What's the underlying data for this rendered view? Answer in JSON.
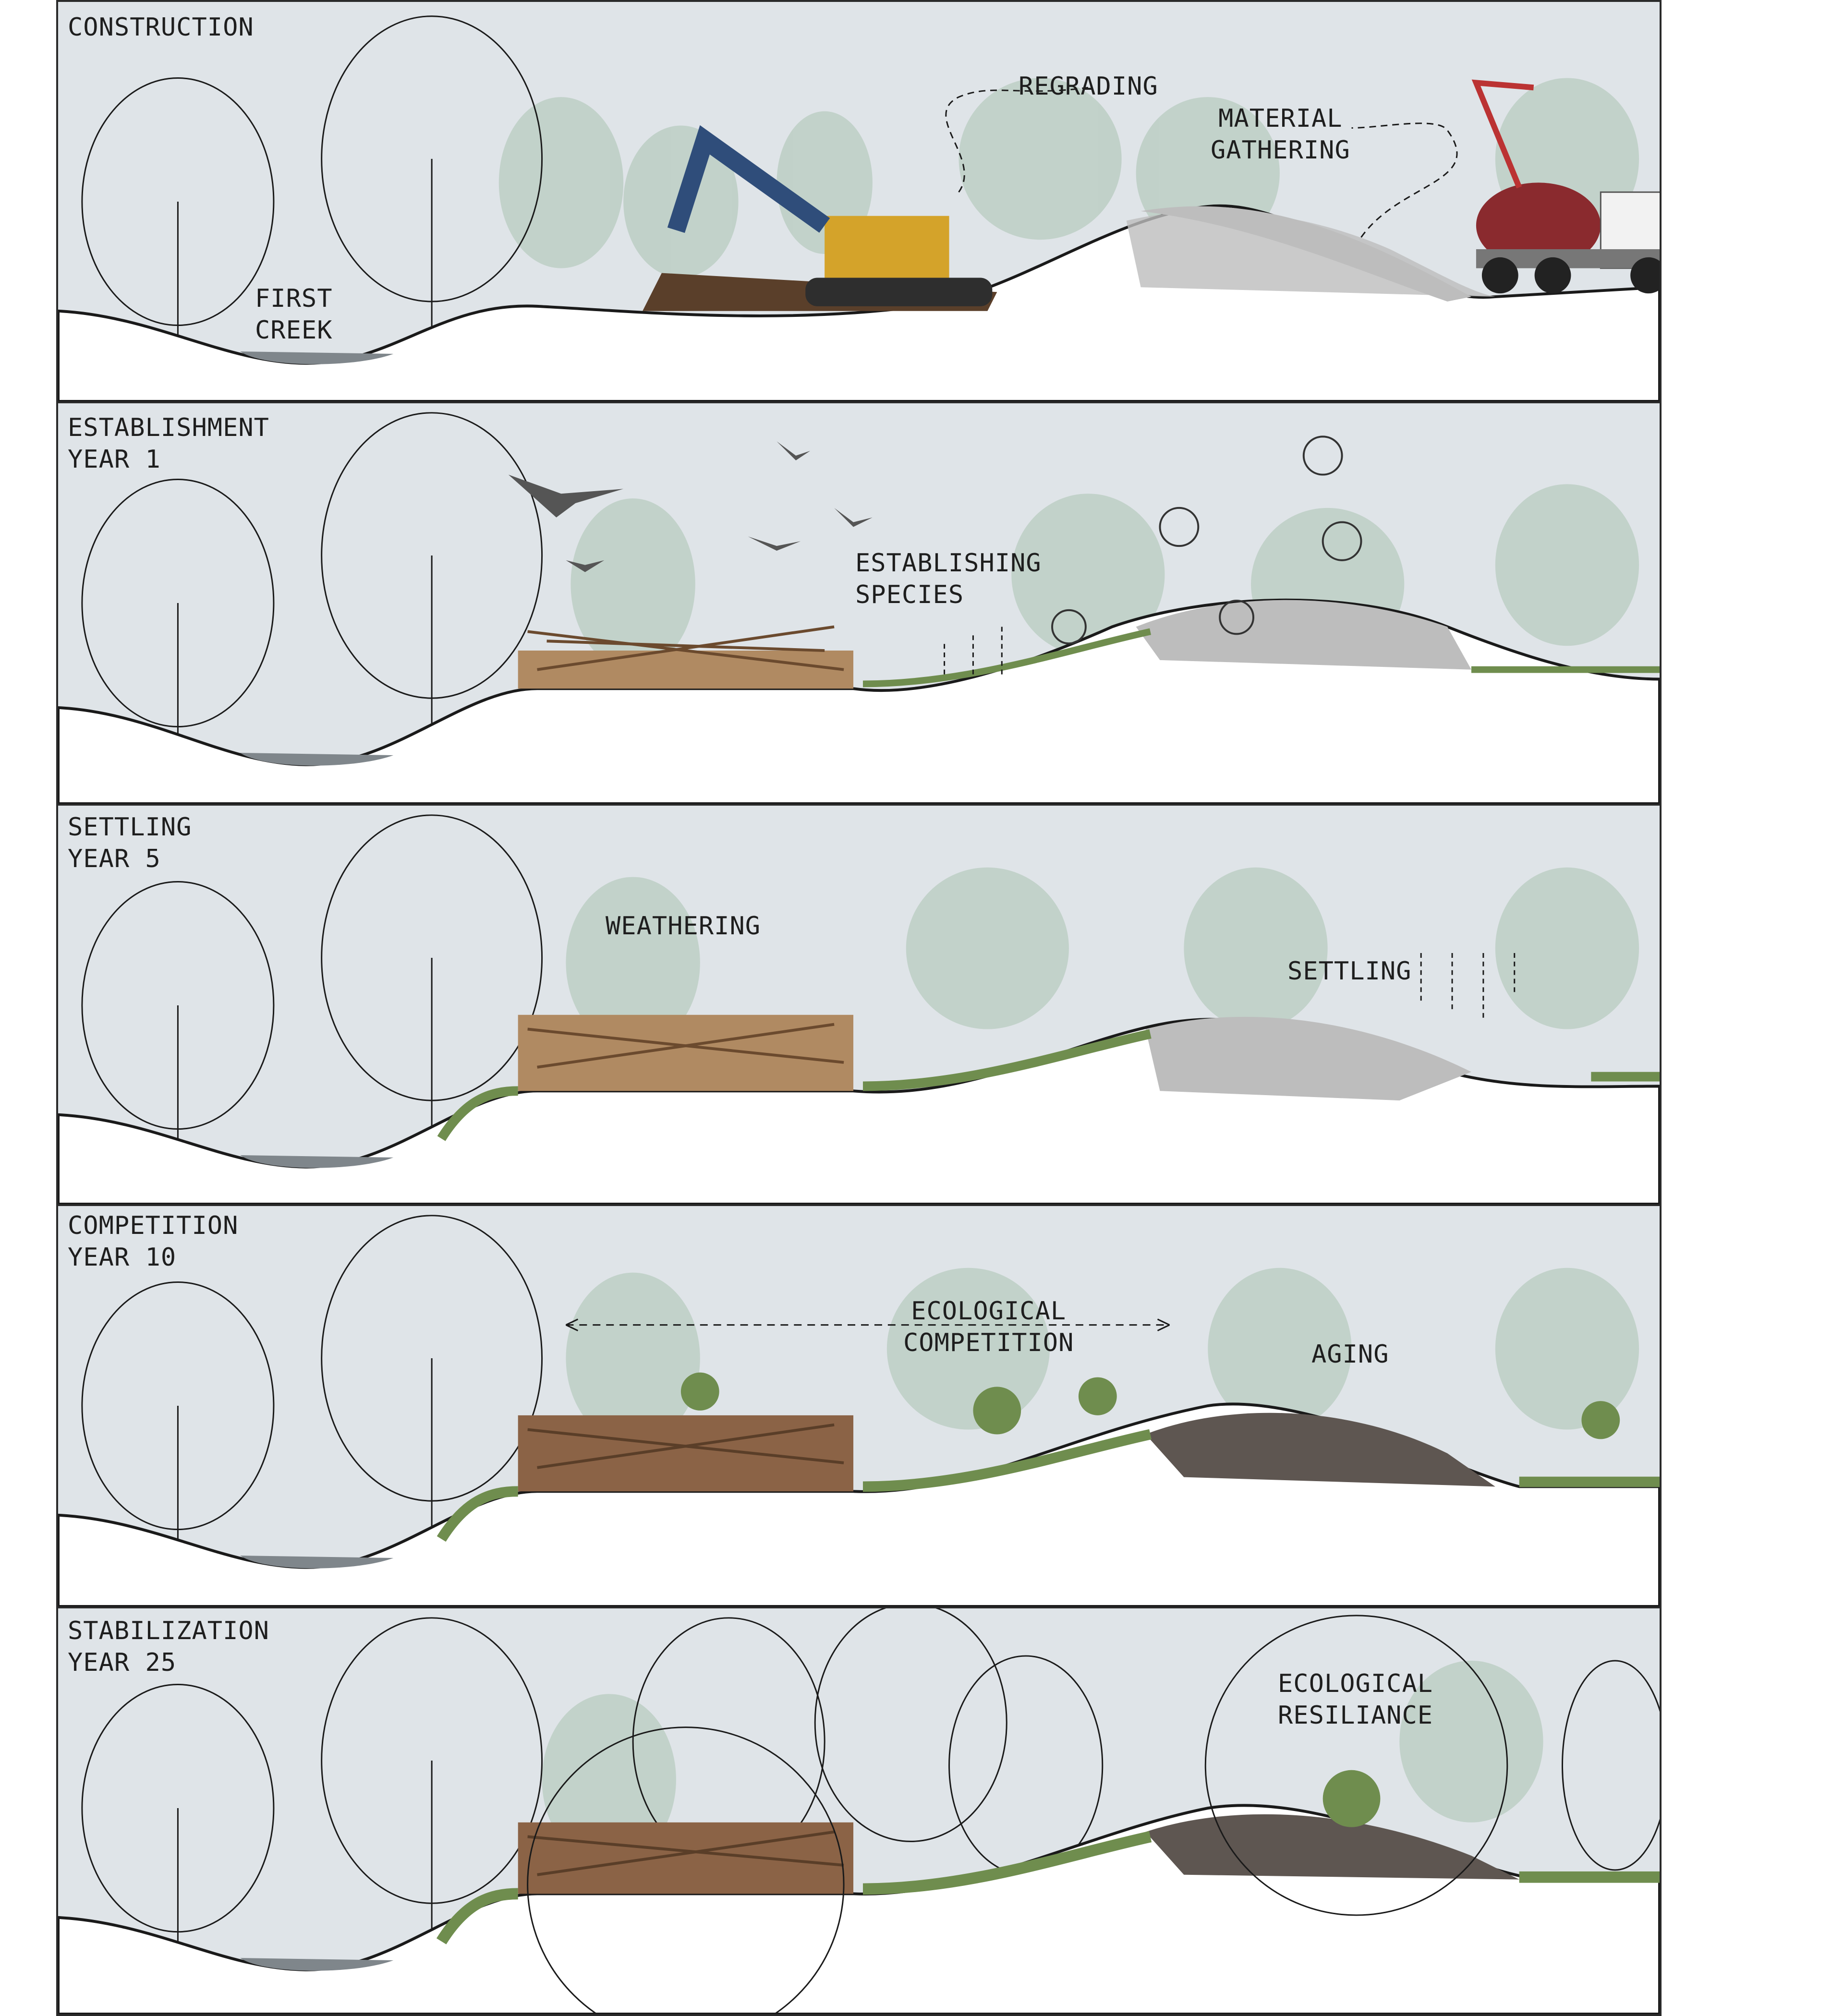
{
  "panels": [
    {
      "stage": "CONSTRUCTION",
      "year": "",
      "labels": {
        "creek": "FIRST\nCREEK",
        "regrading": "REGRADING",
        "material": "MATERIAL\nGATHERING"
      }
    },
    {
      "stage": "ESTABLISHMENT",
      "year": "YEAR 1",
      "labels": {
        "establishing": "ESTABLISHING\nSPECIES"
      }
    },
    {
      "stage": "SETTLING",
      "year": "YEAR 5",
      "labels": {
        "weathering": "WEATHERING",
        "settling": "SETTLING"
      }
    },
    {
      "stage": "COMPETITION",
      "year": "YEAR 10",
      "labels": {
        "competition": "ECOLOGICAL\nCOMPETITION",
        "aging": "AGING"
      }
    },
    {
      "stage": "STABILIZATION",
      "year": "YEAR 25",
      "labels": {
        "resiliance": "ECOLOGICAL\nRESILIANCE"
      }
    }
  ],
  "colors": {
    "sky": "#dfe4e8",
    "mist": "#c9d3d9",
    "background_trees": "#a9c3b0",
    "outline": "#1a1a1a",
    "wood": "#b08a62",
    "concrete": "#bdbdbd",
    "aged_concrete": "#5e5651",
    "grass": "#6f8d4e",
    "water": "#7f868b"
  }
}
